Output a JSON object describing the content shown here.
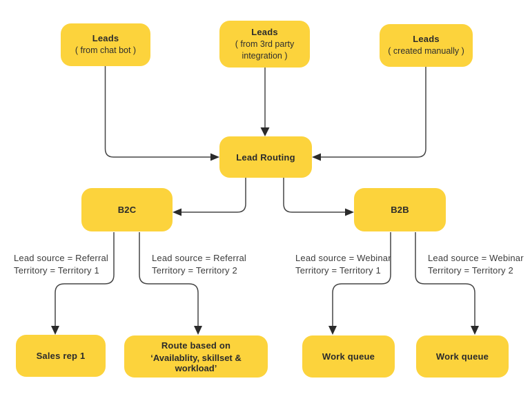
{
  "diagram": {
    "background_color": "#ffffff",
    "node_fill_color": "#FCD33C",
    "node_text_color": "#2B2B2B",
    "connector_color": "#454545",
    "nodes": {
      "leads_chatbot": {
        "title": "Leads",
        "subtitle": "( from chat bot )"
      },
      "leads_third_party": {
        "title": "Leads",
        "subtitle": "( from 3rd party integration )"
      },
      "leads_manual": {
        "title": "Leads",
        "subtitle": "( created manually )"
      },
      "lead_routing": {
        "label": "Lead Routing"
      },
      "b2c": {
        "label": "B2C"
      },
      "b2b": {
        "label": "B2B"
      },
      "sales_rep_1": {
        "label": "Sales rep 1"
      },
      "route_based": {
        "line1": "Route based on",
        "line2": "‘Availablity, skillset & workload’"
      },
      "work_queue_1": {
        "label": "Work queue"
      },
      "work_queue_2": {
        "label": "Work queue"
      }
    },
    "conditions": [
      {
        "line1": "Lead source = Referral",
        "line2": "Territory = Territory 1"
      },
      {
        "line1": "Lead source = Referral",
        "line2": "Territory = Territory 2"
      },
      {
        "line1": "Lead source = Webinar",
        "line2": "Territory = Territory 1"
      },
      {
        "line1": "Lead source = Webinar",
        "line2": "Territory = Territory 2"
      }
    ],
    "edges": [
      {
        "from": "leads_chatbot",
        "to": "lead_routing"
      },
      {
        "from": "leads_third_party",
        "to": "lead_routing"
      },
      {
        "from": "leads_manual",
        "to": "lead_routing"
      },
      {
        "from": "lead_routing",
        "to": "b2c"
      },
      {
        "from": "lead_routing",
        "to": "b2b"
      },
      {
        "from": "b2c",
        "to": "sales_rep_1",
        "condition": "Lead source = Referral, Territory = Territory 1"
      },
      {
        "from": "b2c",
        "to": "route_based",
        "condition": "Lead source = Referral, Territory = Territory 2"
      },
      {
        "from": "b2b",
        "to": "work_queue_1",
        "condition": "Lead source = Webinar, Territory = Territory 1"
      },
      {
        "from": "b2b",
        "to": "work_queue_2",
        "condition": "Lead source = Webinar, Territory = Territory 2"
      }
    ]
  }
}
